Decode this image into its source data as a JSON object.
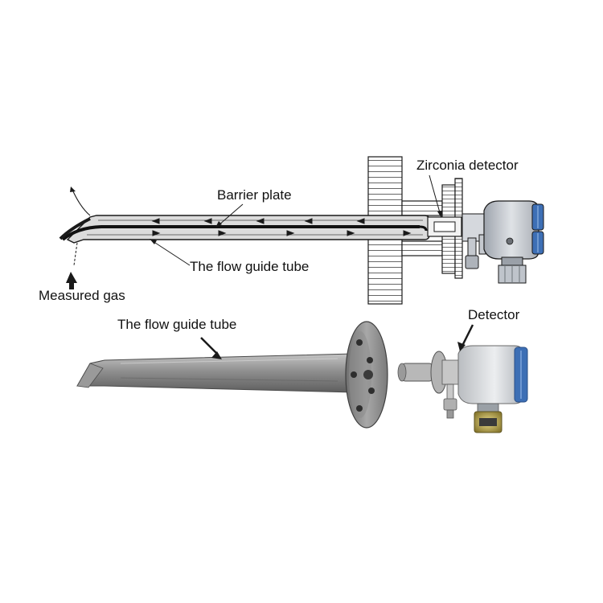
{
  "labels": {
    "zirconia_detector": "Zirconia detector",
    "barrier_plate": "Barrier plate",
    "flow_guide_tube_top": "The flow guide tube",
    "measured_gas": "Measured gas",
    "flow_guide_tube_photo": "The flow guide tube",
    "detector": "Detector"
  },
  "colors": {
    "line": "#1a1a1a",
    "probe_fill": "#dcdcdc",
    "housing_fill": "#c9ced6",
    "cover_blue": "#3d6fb5",
    "bolt_fill": "#a9b4c4",
    "steel_dark": "#7d7d7d",
    "steel_light": "#b7b7b7"
  }
}
